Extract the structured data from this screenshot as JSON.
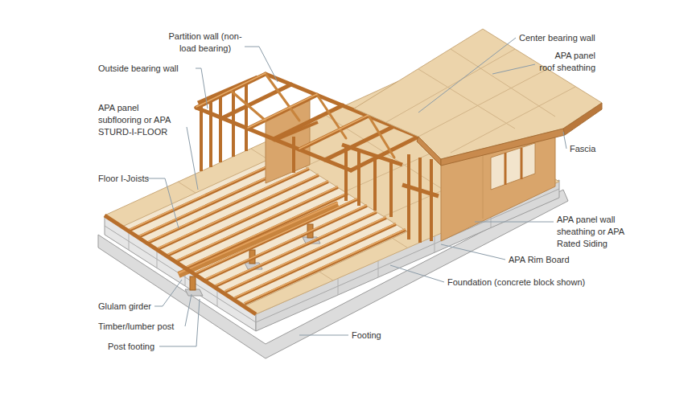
{
  "diagram": {
    "labels": [
      "Partition wall (non-load bearing)",
      "Center bearing wall",
      "APA panel roof sheathing",
      "Outside bearing wall",
      "APA panel subflooring or APA STURD-I-FLOOR",
      "Fascia",
      "Floor I-Joists",
      "APA panel wall sheathing or APA Rated Siding",
      "APA Rim Board",
      "Foundation (concrete block shown)",
      "Glulam girder",
      "Timber/lumber post",
      "Footing",
      "Post footing"
    ]
  }
}
